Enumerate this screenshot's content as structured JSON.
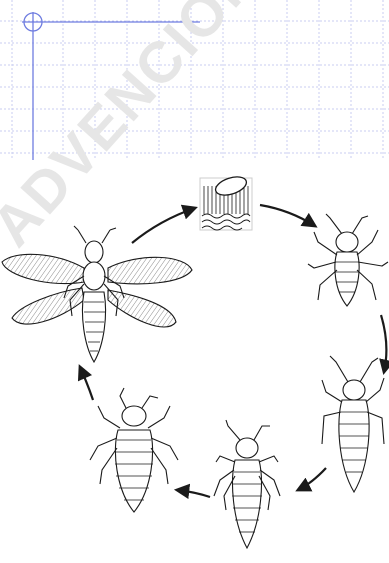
{
  "watermark": {
    "text": "ADVENCION NA"
  },
  "colors": {
    "grid": "#c9cdf0",
    "margin_line": "#6f7de0",
    "watermark": "#e6e6e6",
    "ink": "#1a1a1a",
    "wing_hatch": "#8c8c8c"
  },
  "diagram": {
    "stages": [
      {
        "name": "winged-adult"
      },
      {
        "name": "eggs-on-bark"
      },
      {
        "name": "nymph-stage-1"
      },
      {
        "name": "nymph-stage-2"
      },
      {
        "name": "nymph-stage-3"
      },
      {
        "name": "nymph-stage-4"
      }
    ],
    "arrow_count": 6
  }
}
